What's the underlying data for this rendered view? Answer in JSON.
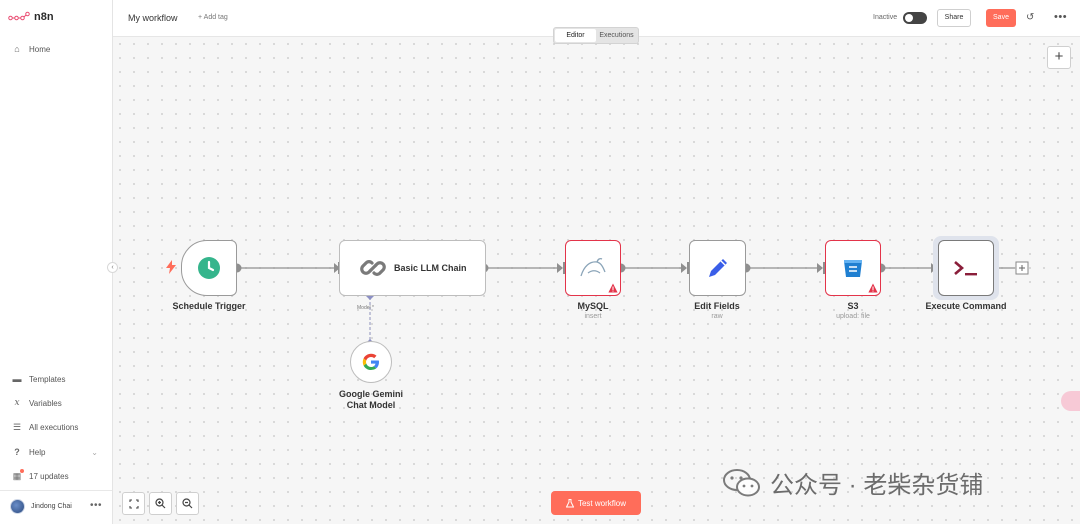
{
  "app": {
    "logo_text": "n8n"
  },
  "sidebar": {
    "top_items": [
      {
        "label": "Home",
        "icon": "home-icon"
      }
    ],
    "bottom_items": [
      {
        "label": "Templates",
        "icon": "templates-icon"
      },
      {
        "label": "Variables",
        "icon": "variables-icon"
      },
      {
        "label": "All executions",
        "icon": "list-icon"
      },
      {
        "label": "Help",
        "icon": "help-icon"
      },
      {
        "label": "17 updates",
        "icon": "gift-icon"
      }
    ],
    "user": {
      "name": "Jindong Chai"
    }
  },
  "header": {
    "workflow_name": "My workflow",
    "add_tag": "+ Add tag",
    "status_label": "Inactive",
    "share_label": "Share",
    "save_label": "Save"
  },
  "tabs": [
    {
      "label": "Editor",
      "active": true
    },
    {
      "label": "Executions",
      "active": false
    }
  ],
  "nodes": [
    {
      "id": "schedule",
      "label": "Schedule Trigger",
      "sub": ""
    },
    {
      "id": "llm",
      "label": "Basic LLM Chain",
      "sub": ""
    },
    {
      "id": "mysql",
      "label": "MySQL",
      "sub": "insert"
    },
    {
      "id": "edit",
      "label": "Edit Fields",
      "sub": "raw"
    },
    {
      "id": "s3",
      "label": "S3",
      "sub": "upload: file"
    },
    {
      "id": "exec",
      "label": "Execute Command",
      "sub": ""
    },
    {
      "id": "gemini",
      "label": "Google Gemini\nChat Model",
      "sub": ""
    }
  ],
  "model_port_label": "Model *",
  "footer": {
    "test_workflow": "Test workflow"
  },
  "watermark": {
    "text": "公众号 · 老柴杂货铺"
  },
  "colors": {
    "accent": "#ff6d5a",
    "error": "#e3344a",
    "trigger_green": "#35b58c",
    "link_blue": "#3a5ee8"
  }
}
